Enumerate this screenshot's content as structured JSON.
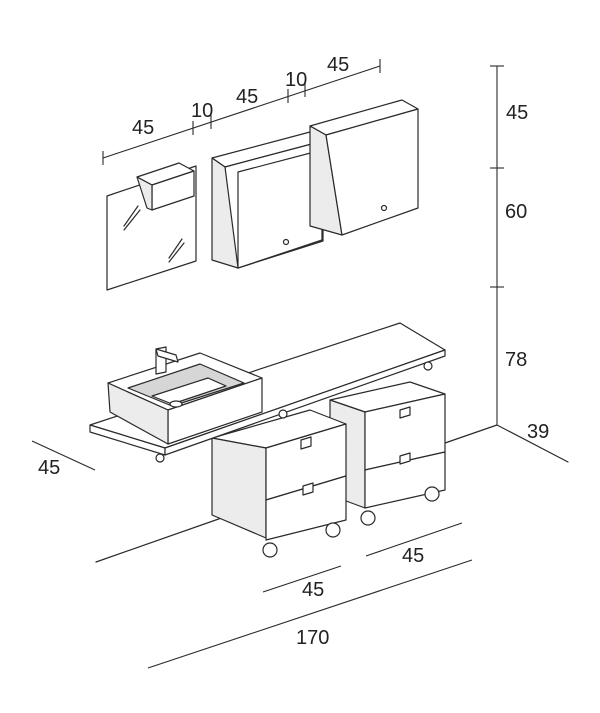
{
  "dimensions": {
    "mirror_width": "45",
    "gap_1": "10",
    "wall_cabinet_1_width": "45",
    "gap_2": "10",
    "wall_cabinet_2_width": "45",
    "wall_unit_height": "45",
    "gap_height": "60",
    "floor_height": "78",
    "depth": "39",
    "top_depth": "45",
    "drawer_unit_1_width": "45",
    "drawer_unit_2_width": "45",
    "total_width": "170"
  }
}
